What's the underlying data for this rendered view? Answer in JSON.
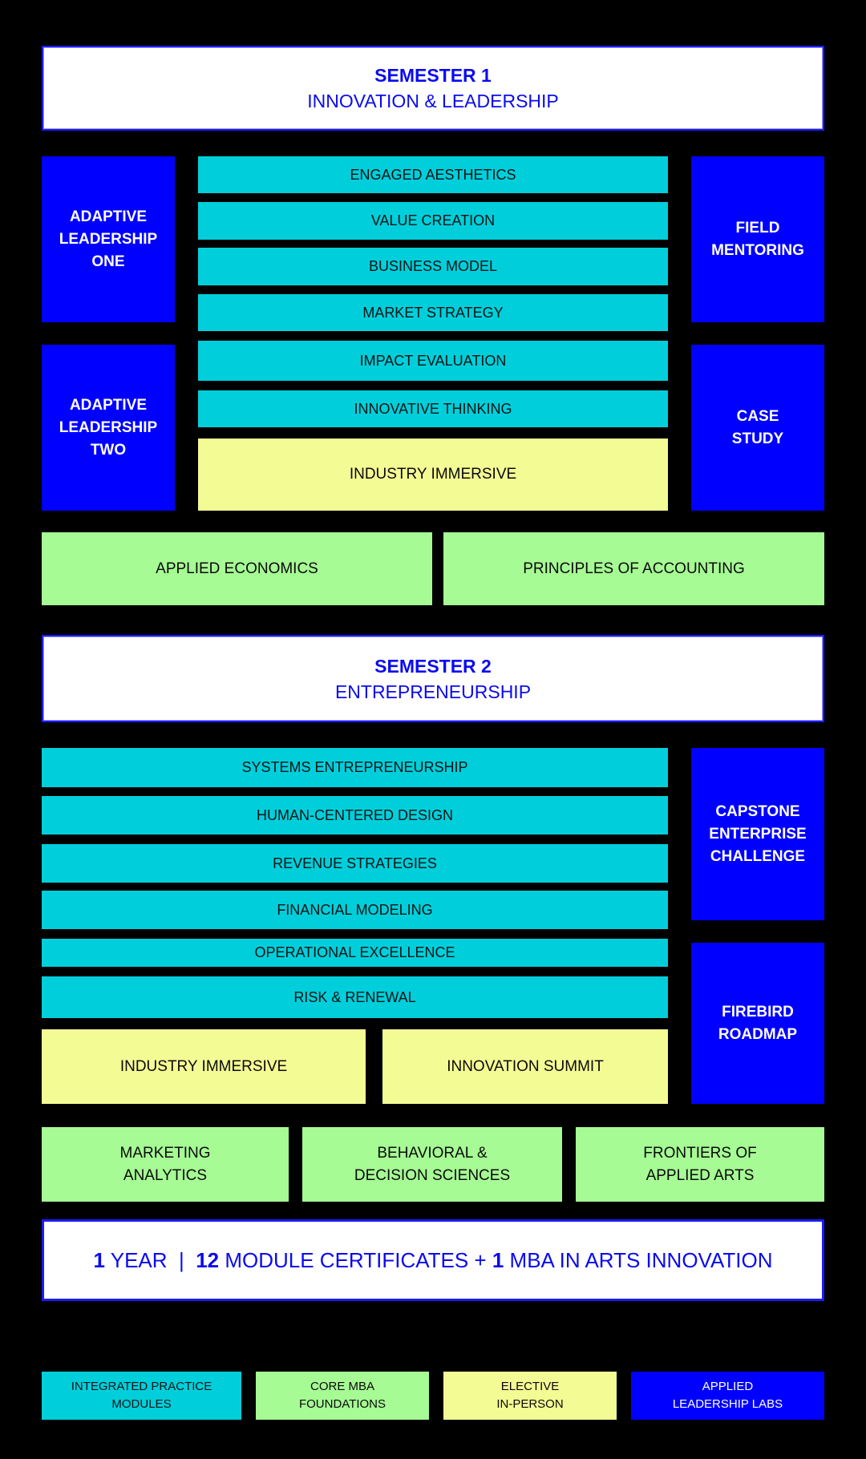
{
  "colors": {
    "integrated_practice": "#00cfdb",
    "core_foundations": "#a6fb94",
    "elective": "#f3fb94",
    "leadership_labs": "#0000ff",
    "header_text": "#0a0af0"
  },
  "semester1": {
    "title": "SEMESTER 1",
    "subtitle": "INNOVATION & LEADERSHIP",
    "left_labs": [
      "ADAPTIVE\nLEADERSHIP\nONE",
      "ADAPTIVE\nLEADERSHIP\nTWO"
    ],
    "right_labs": [
      "FIELD\nMENTORING",
      "CASE\nSTUDY"
    ],
    "modules": [
      "ENGAGED AESTHETICS",
      "VALUE CREATION",
      "BUSINESS MODEL",
      "MARKET STRATEGY",
      "IMPACT EVALUATION",
      "INNOVATIVE THINKING"
    ],
    "electives": [
      "INDUSTRY IMMERSIVE"
    ],
    "core": [
      "APPLIED ECONOMICS",
      "PRINCIPLES OF ACCOUNTING"
    ]
  },
  "semester2": {
    "title": "SEMESTER 2",
    "subtitle": "ENTREPRENEURSHIP",
    "right_labs": [
      "CAPSTONE\nENTERPRISE\nCHALLENGE",
      "FIREBIRD\nROADMAP"
    ],
    "modules": [
      "SYSTEMS ENTREPRENEURSHIP",
      "HUMAN-CENTERED DESIGN",
      "REVENUE STRATEGIES",
      "FINANCIAL MODELING",
      "OPERATIONAL EXCELLENCE",
      "RISK & RENEWAL"
    ],
    "electives": [
      "INDUSTRY IMMERSIVE",
      "INNOVATION SUMMIT"
    ],
    "core": [
      "MARKETING\nANALYTICS",
      "BEHAVIORAL &\nDECISION SCIENCES",
      "FRONTIERS OF\nAPPLIED ARTS"
    ]
  },
  "summary": {
    "years": "1",
    "years_label": " YEAR  |  ",
    "certificates": "12",
    "certificates_label": " MODULE CERTIFICATES + ",
    "degree_count": "1",
    "degree_label": " MBA IN ARTS INNOVATION"
  },
  "legend": [
    {
      "label": "INTEGRATED PRACTICE\nMODULES",
      "color": "#00cfdb"
    },
    {
      "label": "CORE MBA\nFOUNDATIONS",
      "color": "#a6fb94"
    },
    {
      "label": "ELECTIVE\nIN-PERSON",
      "color": "#f3fb94"
    },
    {
      "label": "APPLIED\nLEADERSHIP LABS",
      "color": "#0000ff"
    }
  ]
}
